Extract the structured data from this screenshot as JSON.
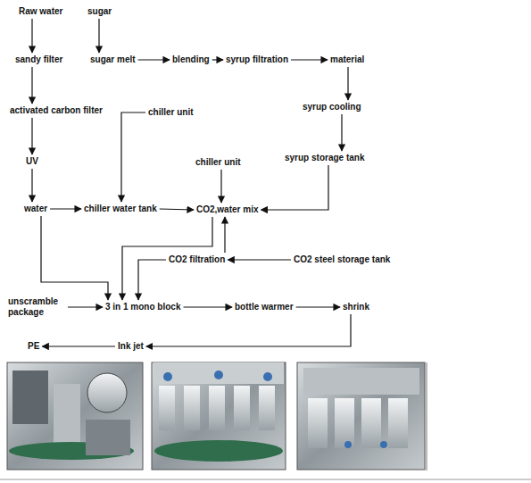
{
  "diagram": {
    "nodes": [
      {
        "text": [
          "Raw water"
        ]
      },
      {
        "text": [
          "sugar"
        ]
      },
      {
        "text": [
          "sandy filter"
        ]
      },
      {
        "text": [
          "sugar melt"
        ]
      },
      {
        "text": [
          "blending"
        ]
      },
      {
        "text": [
          "syrup filtration"
        ]
      },
      {
        "text": [
          "material"
        ]
      },
      {
        "text": [
          "activated carbon filter"
        ]
      },
      {
        "text": [
          "chiller unit"
        ]
      },
      {
        "text": [
          "syrup cooling"
        ]
      },
      {
        "text": [
          "UV"
        ]
      },
      {
        "text": [
          "chiller unit"
        ]
      },
      {
        "text": [
          "syrup storage tank"
        ]
      },
      {
        "text": [
          "water"
        ]
      },
      {
        "text": [
          "chiller water tank"
        ]
      },
      {
        "text": [
          "CO2,water mix"
        ]
      },
      {
        "text": [
          "CO2 filtration"
        ]
      },
      {
        "text": [
          "CO2 steel storage tank"
        ]
      },
      {
        "text": [
          "unscramble package"
        ]
      },
      {
        "text": [
          "3 in 1 mono block"
        ]
      },
      {
        "text": [
          "bottle warmer"
        ]
      },
      {
        "text": [
          "shrink"
        ]
      },
      {
        "text": [
          "Ink jet"
        ]
      },
      {
        "text": [
          "PE"
        ]
      }
    ],
    "edges": [
      {
        "from": 0,
        "to": 2,
        "arrow": "to"
      },
      {
        "from": 1,
        "to": 3,
        "arrow": "to"
      },
      {
        "from": 2,
        "to": 7,
        "arrow": "to"
      },
      {
        "from": 3,
        "to": 4,
        "arrow": "to"
      },
      {
        "from": 4,
        "to": 5,
        "arrow": "to"
      },
      {
        "from": 5,
        "to": 6,
        "arrow": "to"
      },
      {
        "from": 6,
        "to": 9,
        "arrow": "to"
      },
      {
        "from": 7,
        "to": 10,
        "arrow": "to"
      },
      {
        "from": 9,
        "to": 12,
        "arrow": "to"
      },
      {
        "from": 10,
        "to": 13,
        "arrow": "to"
      },
      {
        "from": 13,
        "to": 14,
        "arrow": "to"
      },
      {
        "from": 8,
        "to": 14,
        "arrow": "to"
      },
      {
        "from": 11,
        "to": 15,
        "arrow": "to"
      },
      {
        "from": 14,
        "to": 15,
        "arrow": "to"
      },
      {
        "from": 12,
        "to": 15,
        "arrow": "to"
      },
      {
        "from": 13,
        "to": 19,
        "arrow": "to"
      },
      {
        "from": 15,
        "to": 19,
        "arrow": "to"
      },
      {
        "from": 17,
        "to": 16,
        "arrow": "to"
      },
      {
        "from": 16,
        "to": 15,
        "arrow": "to"
      },
      {
        "from": 16,
        "to": 19,
        "arrow": "to"
      },
      {
        "from": 18,
        "to": 19,
        "arrow": "to"
      },
      {
        "from": 19,
        "to": 20,
        "arrow": "to"
      },
      {
        "from": 20,
        "to": 21,
        "arrow": "to"
      },
      {
        "from": 21,
        "to": 22,
        "arrow": "to"
      },
      {
        "from": 22,
        "to": 23,
        "arrow": "to"
      }
    ]
  }
}
